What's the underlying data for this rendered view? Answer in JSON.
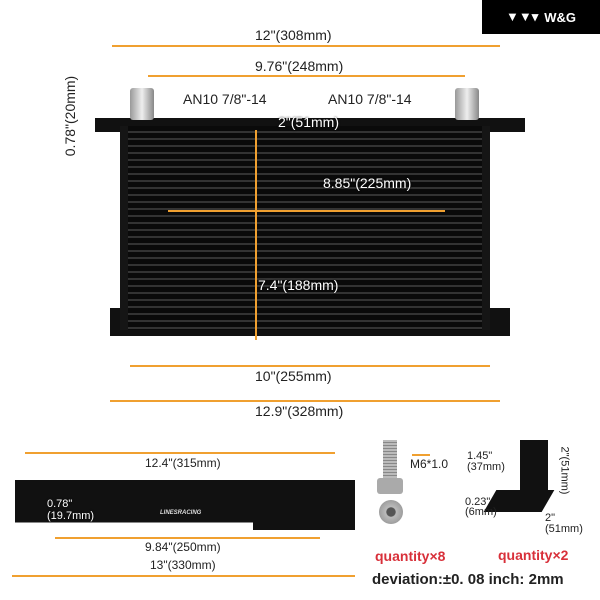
{
  "logo": {
    "text": "W&G"
  },
  "cooler": {
    "width_overall": "12\"(308mm)",
    "fitting_spacing": "9.76\"(248mm)",
    "fitting_left": "AN10 7/8\"-14",
    "fitting_right": "AN10 7/8\"-14",
    "bracket_height": "0.78\"(20mm)",
    "thickness": "2\"(51mm)",
    "core_width": "8.85\"(225mm)",
    "core_height": "7.4\"(188mm)",
    "mount_spacing": "10\"(255mm)",
    "total_width": "12.9\"(328mm)"
  },
  "bracket": {
    "hole_spacing": "12.4\"(315mm)",
    "offset_top": "0.78\"",
    "offset_bottom": "(19.7mm)",
    "slot_spacing": "9.84\"(250mm)",
    "length": "13\"(330mm)",
    "brand": "LINESRACING"
  },
  "bolt": {
    "thread": "M6*1.0",
    "quantity": "quantity×8"
  },
  "l_bracket": {
    "slot_len_top": "1.45\"",
    "slot_len_bottom": "(37mm)",
    "height": "2\"(51mm)",
    "slot_w_top": "0.23\"",
    "slot_w_bottom": "(6mm)",
    "depth_top": "2\"",
    "depth_bottom": "(51mm)",
    "quantity": "quantity×2"
  },
  "note": "deviation:±0. 08 inch: 2mm",
  "colors": {
    "accent": "#f0a030",
    "quantity": "#d8303a"
  }
}
